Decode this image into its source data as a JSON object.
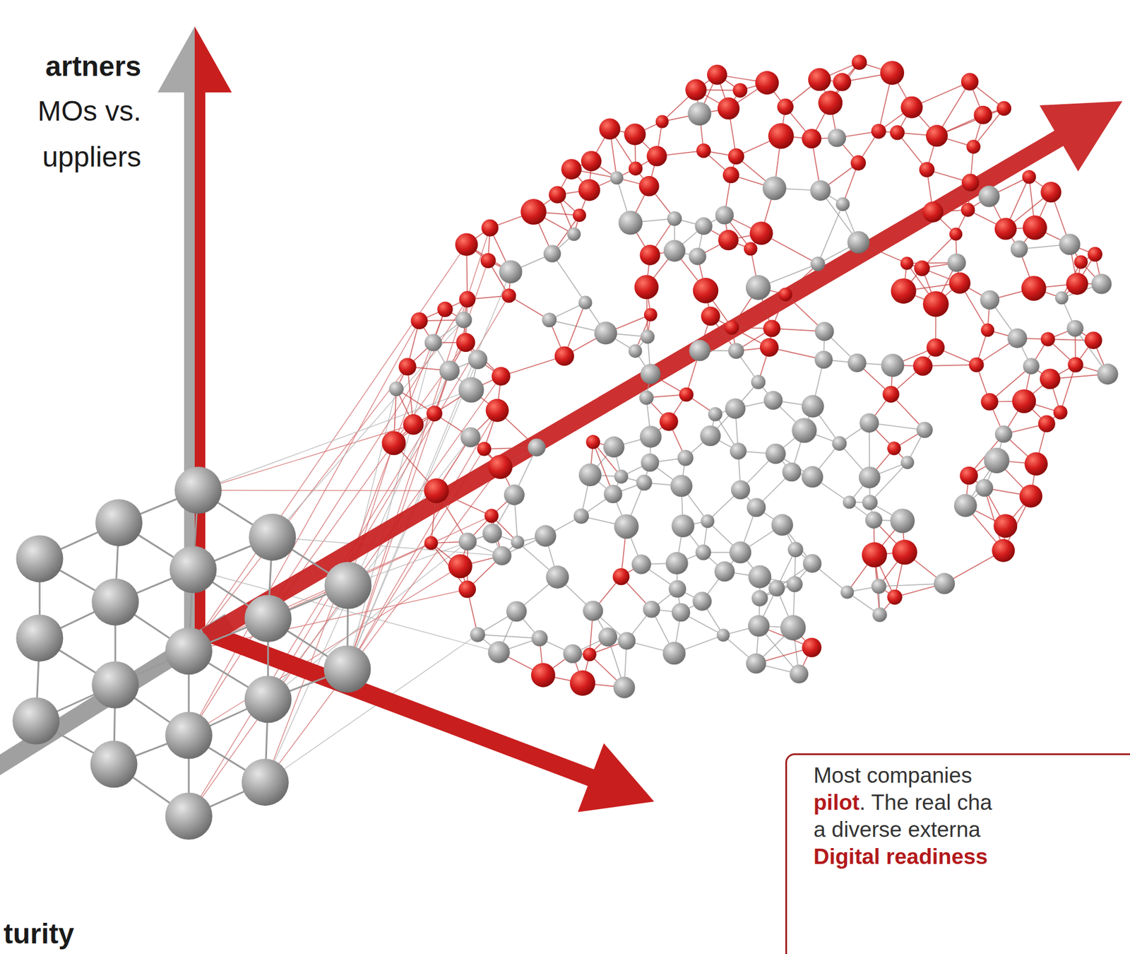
{
  "diagram": {
    "nodes": [
      {
        "text": [
          "Most companies",
          "pilot. The real cha",
          "a diverse externa",
          "Digital readiness"
        ]
      }
    ],
    "labels": [
      "artners",
      "MOs vs. uppliers",
      "turity"
    ]
  }
}
